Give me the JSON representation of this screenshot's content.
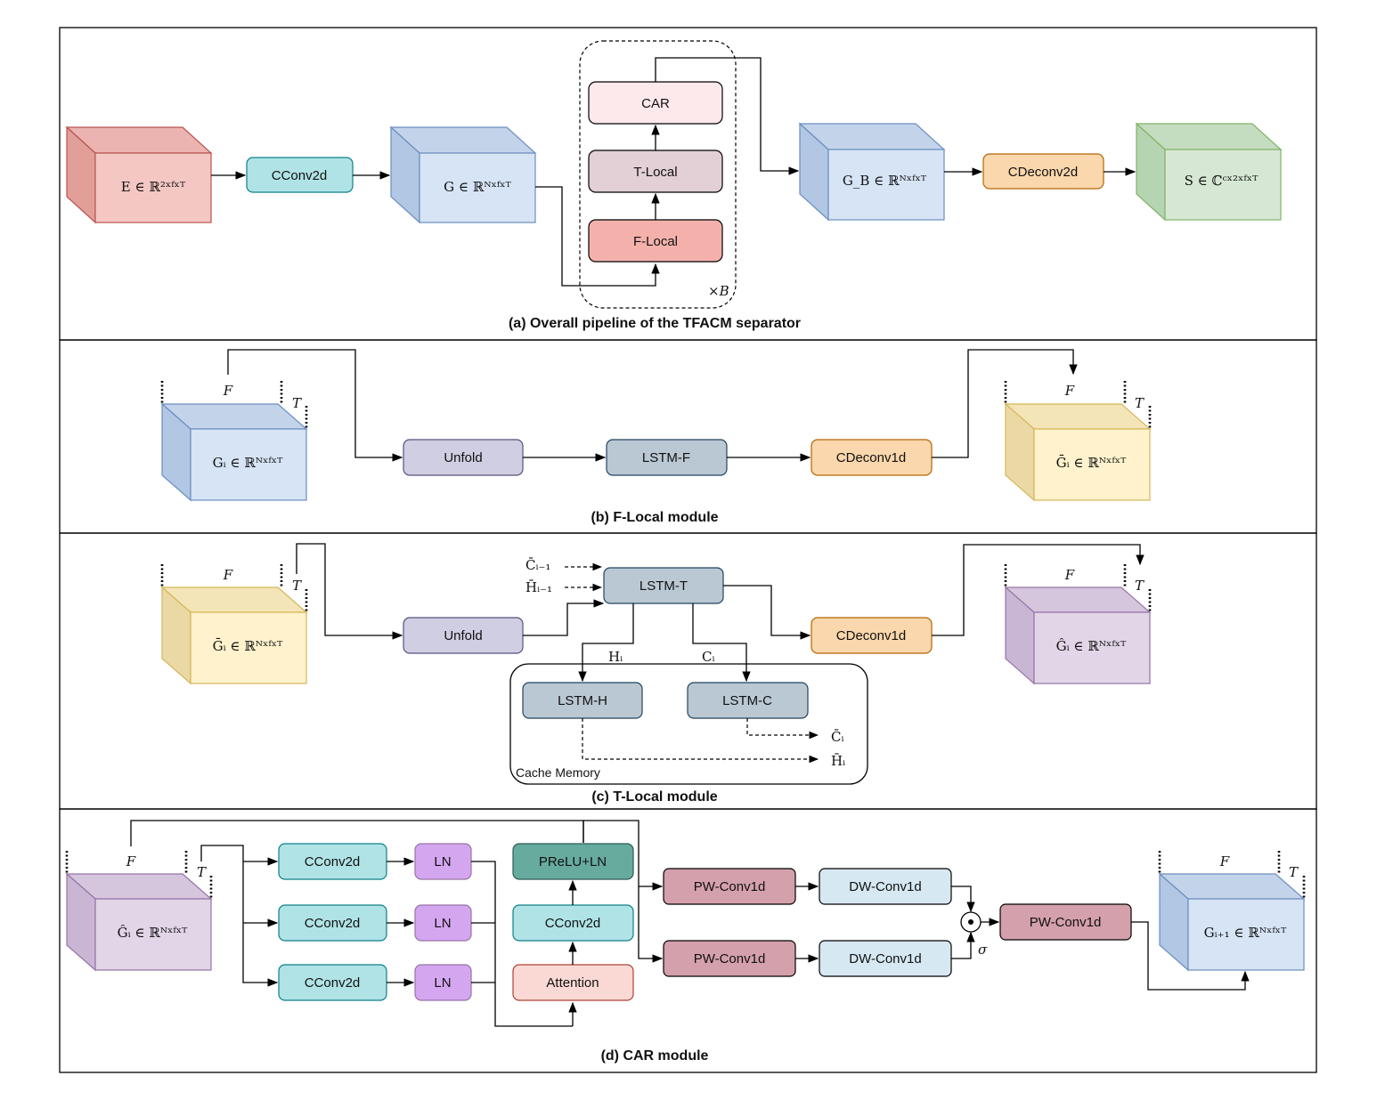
{
  "panels": {
    "a": {
      "caption": "(a) Overall pipeline of the TFACM separator",
      "input_label": "E ∈ ℝ²ˣᶠˣᵀ",
      "cconv2d": "CConv2d",
      "g_label": "G ∈ ℝᴺˣᶠˣᵀ",
      "car": "CAR",
      "t_local": "T-Local",
      "f_local": "F-Local",
      "repeat": "×B",
      "gb_label": "G_B ∈ ℝᴺˣᶠˣᵀ",
      "cdeconv2d": "CDeconv2d",
      "s_label": "S ∈ ℂᶜˣ²ˣᶠˣᵀ"
    },
    "b": {
      "caption": "(b) F-Local module",
      "dim_f": "F",
      "dim_t": "T",
      "input_label": "Gᵢ ∈ ℝᴺˣᶠˣᵀ",
      "unfold": "Unfold",
      "lstm_f": "LSTM-F",
      "cdeconv1d": "CDeconv1d",
      "output_label": "Ḡᵢ ∈ ℝᴺˣᶠˣᵀ"
    },
    "c": {
      "caption": "(c) T-Local module",
      "dim_f": "F",
      "dim_t": "T",
      "input_label": "Ḡᵢ ∈ ℝᴺˣᶠˣᵀ",
      "c_prev": "C̄ᵢ₋₁",
      "h_prev": "H̄ᵢ₋₁",
      "lstm_t": "LSTM-T",
      "unfold": "Unfold",
      "cdeconv1d": "CDeconv1d",
      "h_i": "Hᵢ",
      "c_i": "Cᵢ",
      "lstm_h": "LSTM-H",
      "lstm_c": "LSTM-C",
      "c_bar": "C̄ᵢ",
      "h_bar": "H̄ᵢ",
      "cache_memory": "Cache Memory",
      "output_label": "Ĝᵢ ∈ ℝᴺˣᶠˣᵀ"
    },
    "d": {
      "caption": "(d) CAR module",
      "dim_f": "F",
      "dim_t": "T",
      "input_label": "Ĝᵢ ∈ ℝᴺˣᶠˣᵀ",
      "cconv2d": "CConv2d",
      "ln": "LN",
      "prelu_ln": "PReLU+LN",
      "attention": "Attention",
      "pw_conv1d": "PW-Conv1d",
      "dw_conv1d": "DW-Conv1d",
      "sigma": "σ",
      "output_label": "Gᵢ₊₁ ∈ ℝᴺˣᶠˣᵀ"
    }
  },
  "colors": {
    "red_cube": "#f4c7c3",
    "blue_cube": "#d6e4f5",
    "green_cube": "#d6e8d4",
    "yellow_cube": "#fff2cc",
    "purple_cube": "#e1d5e7",
    "teal_box": "#b0e3e6",
    "orange_box": "#fad7ac",
    "slate_box": "#bac8d3",
    "lavender_box": "#d0cee2",
    "violet_box": "#d5a6f0",
    "dark_teal_box": "#67ab9f",
    "salmon_box": "#fad9d5",
    "mauve_box": "#d4a0ab",
    "light_blue_box": "#d6e8f2",
    "pink_box": "#fde8ec",
    "rose_box": "#e2d0d6",
    "coral_box": "#f4b1ac"
  }
}
